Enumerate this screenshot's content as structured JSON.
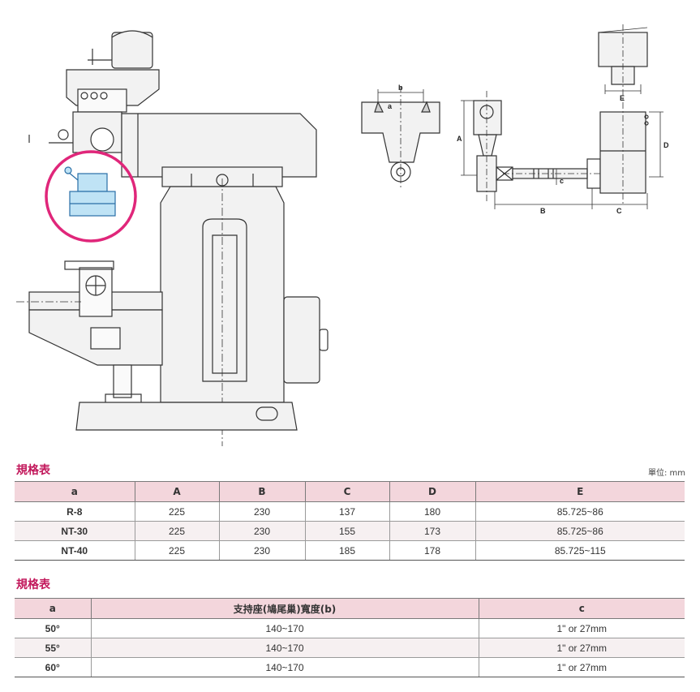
{
  "diagram": {
    "labels": {
      "a": "a",
      "b": "b",
      "c": "c",
      "A": "A",
      "B": "B",
      "C": "C",
      "D": "D",
      "E": "E"
    }
  },
  "table1": {
    "title": "規格表",
    "unit": "單位: mm",
    "headers": [
      "a",
      "A",
      "B",
      "C",
      "D",
      "E"
    ],
    "rows": [
      [
        "R-8",
        "225",
        "230",
        "137",
        "180",
        "85.725~86"
      ],
      [
        "NT-30",
        "225",
        "230",
        "155",
        "173",
        "85.725~86"
      ],
      [
        "NT-40",
        "225",
        "230",
        "185",
        "178",
        "85.725~115"
      ]
    ]
  },
  "table2": {
    "title": "規格表",
    "headers": [
      "a",
      "支持座(鳩尾巢)寬度(b)",
      "c"
    ],
    "rows": [
      [
        "50°",
        "140~170",
        "1\" or 27mm"
      ],
      [
        "55°",
        "140~170",
        "1\" or 27mm"
      ],
      [
        "60°",
        "140~170",
        "1\" or 27mm"
      ]
    ]
  },
  "colors": {
    "accent": "#c2185b",
    "highlight_ring": "#e0267a",
    "highlight_part": "#bfe3f5",
    "header_bg": "#f3d6dc"
  }
}
